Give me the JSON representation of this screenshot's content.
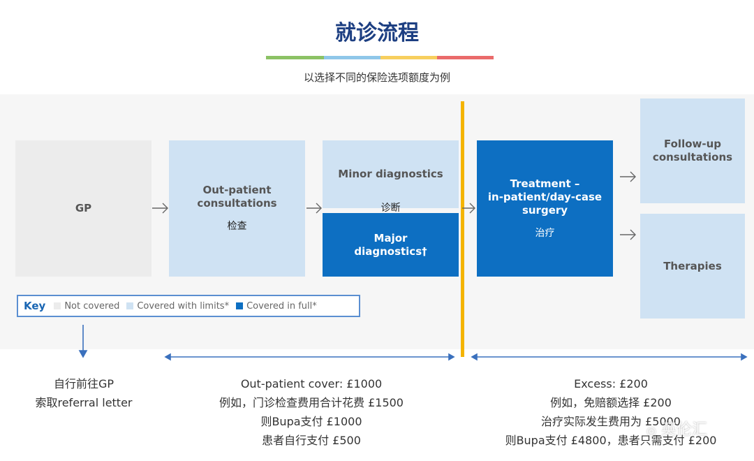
{
  "header": {
    "title": "就诊流程",
    "subtitle": "以选择不同的保险选项额度为例"
  },
  "colors": {
    "not_covered": "#ececec",
    "covered_with_limits": "#cfe2f3",
    "covered_in_full": "#0d6fc2",
    "divider": "#f4b400",
    "title": "#1d3f82",
    "underline": [
      "#8cc265",
      "#8fc7e9",
      "#f7cf5e",
      "#ea6b6b"
    ]
  },
  "boxes": {
    "gp": {
      "label": "GP"
    },
    "outpatient": {
      "label_line1": "Out-patient",
      "label_line2": "consultations",
      "cn": "检查"
    },
    "minor_diag": {
      "label": "Minor diagnostics",
      "cn": "诊断"
    },
    "major_diag": {
      "label_line1": "Major",
      "label_line2": "diagnostics†"
    },
    "treatment": {
      "label_line1": "Treatment –",
      "label_line2": "in-patient/day-case",
      "label_line3": "surgery",
      "cn": "治疗"
    },
    "followup": {
      "label_line1": "Follow-up",
      "label_line2": "consultations"
    },
    "therapies": {
      "label": "Therapies"
    }
  },
  "key": {
    "title": "Key",
    "items": [
      "Not covered",
      "Covered with limits*",
      "Covered in full*"
    ]
  },
  "notes": {
    "gp": [
      "自行前往GP",
      "索取referral letter"
    ],
    "outpatient": [
      "Out-patient cover: £1000",
      "例如，门诊检查费用合计花费 £1500",
      "则Bupa支付 £1000",
      "患者自行支付 £500"
    ],
    "excess": [
      "Excess: £200",
      "例如，免赔额选择 £200",
      "治疗实际发生费用为 £5000",
      "则Bupa支付 £4800，患者只需支付 £200"
    ]
  },
  "watermark": "英伦汇"
}
